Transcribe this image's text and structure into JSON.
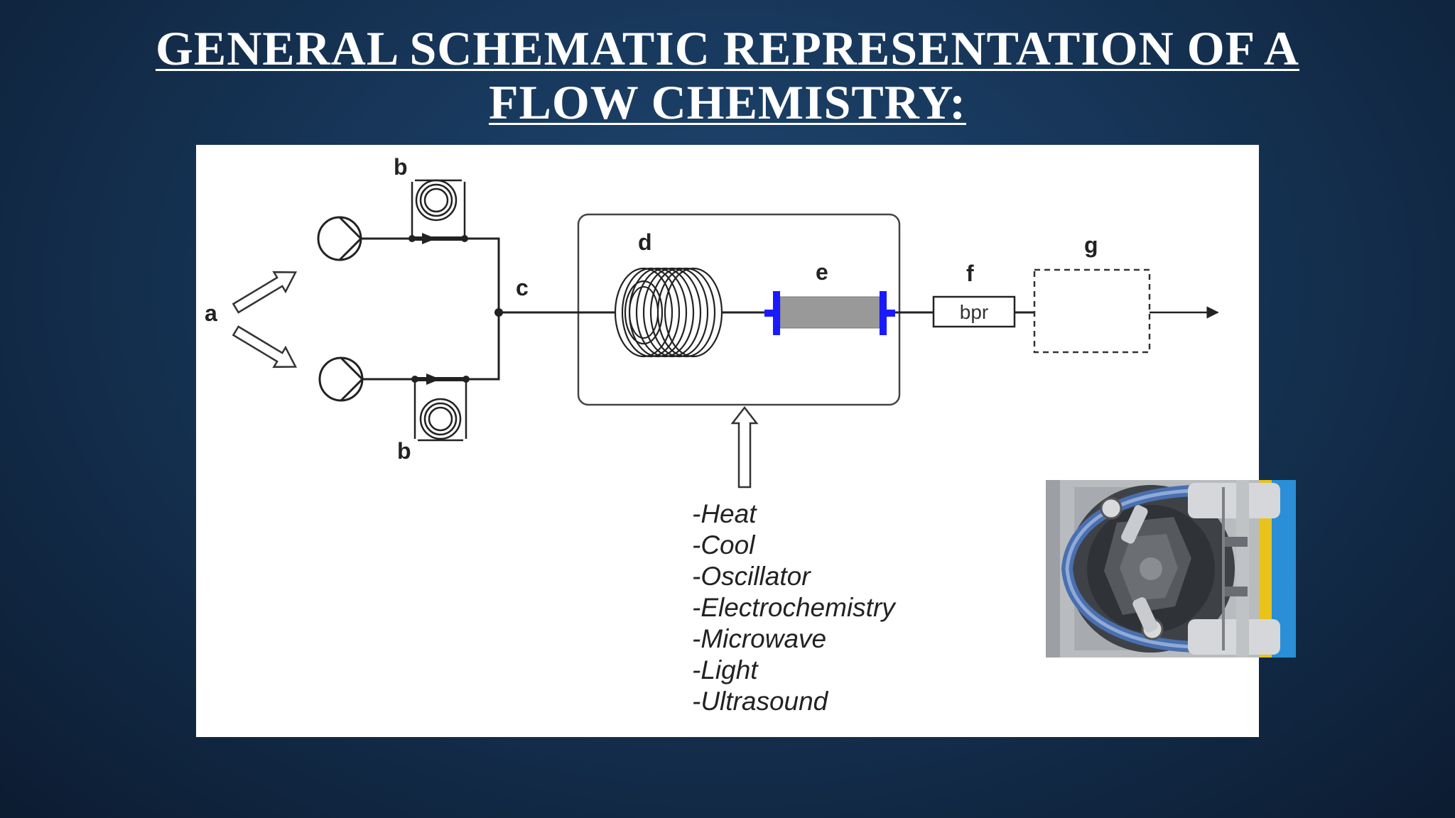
{
  "slide": {
    "title_line1": "GENERAL SCHEMATIC REPRESENTATION OF A",
    "title_line2": "FLOW CHEMISTRY:"
  },
  "diagram": {
    "labels": {
      "a": "a",
      "b_top": "b",
      "b_bottom": "b",
      "c": "c",
      "d": "d",
      "e": "e",
      "f": "f",
      "g": "g"
    },
    "bpr_label": "bpr",
    "conditions": [
      "-Heat",
      "-Cool",
      "-Oscillator",
      "-Electrochemistry",
      "-Microwave",
      "-Light",
      "-Ultrasound"
    ],
    "colors": {
      "line": "#222222",
      "column_fill": "#999999",
      "column_end": "#1a1aff"
    }
  },
  "photo": {
    "subject": "peristaltic-pump-head-icon"
  }
}
